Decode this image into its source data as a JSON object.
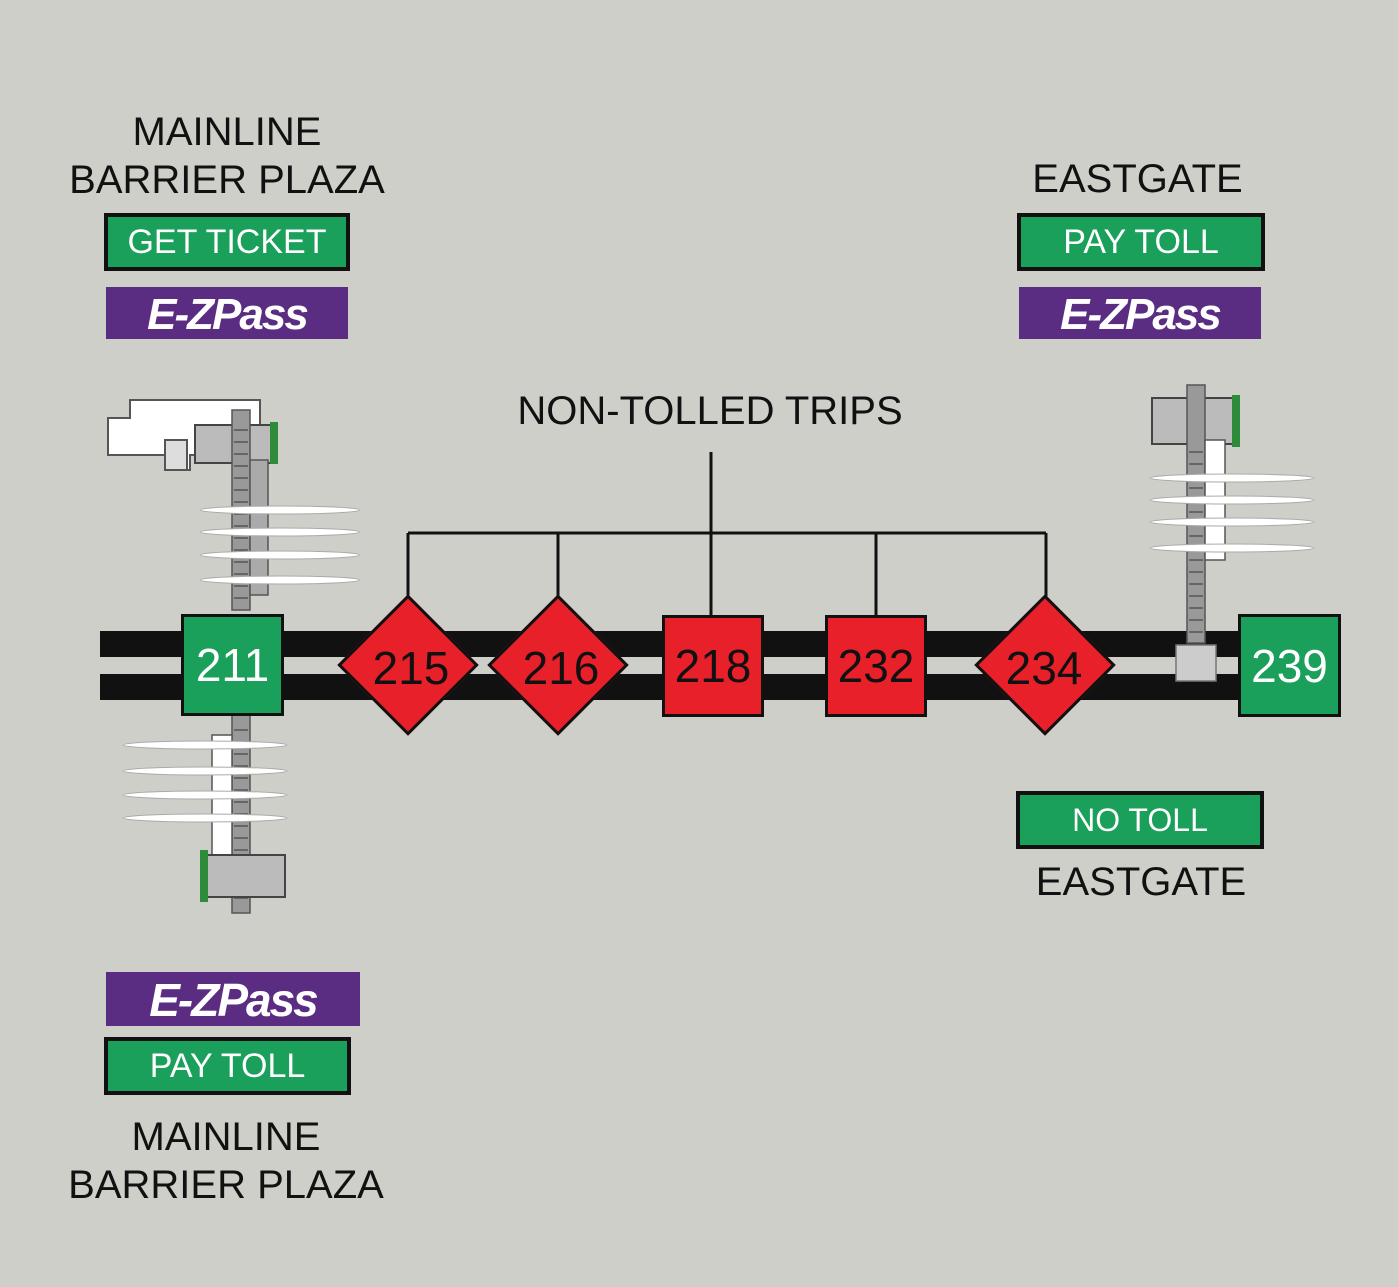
{
  "colors": {
    "background": "#cfcfca",
    "sign_green": "#1aa05a",
    "exit_red": "#e8202a",
    "ezpass_purple": "#5a2d82",
    "road": "#111111"
  },
  "upper_left": {
    "title_line1": "MAINLINE",
    "title_line2": "BARRIER PLAZA",
    "sign": "GET TICKET",
    "logo_text": "E-ZPass"
  },
  "upper_right": {
    "title": "EASTGATE",
    "sign": "PAY TOLL",
    "logo_text": "E-ZPass"
  },
  "lower_left": {
    "logo_text": "E-ZPass",
    "sign": "PAY TOLL",
    "title_line1": "MAINLINE",
    "title_line2": "BARRIER PLAZA"
  },
  "lower_right": {
    "sign": "NO TOLL",
    "title": "EASTGATE"
  },
  "bracket_label": "NON-TOLLED TRIPS",
  "exits": [
    {
      "number": "211",
      "shape": "square",
      "color": "green"
    },
    {
      "number": "215",
      "shape": "diamond",
      "color": "red"
    },
    {
      "number": "216",
      "shape": "diamond",
      "color": "red"
    },
    {
      "number": "218",
      "shape": "square",
      "color": "red"
    },
    {
      "number": "232",
      "shape": "square",
      "color": "red"
    },
    {
      "number": "234",
      "shape": "diamond",
      "color": "red"
    },
    {
      "number": "239",
      "shape": "square",
      "color": "green"
    }
  ]
}
